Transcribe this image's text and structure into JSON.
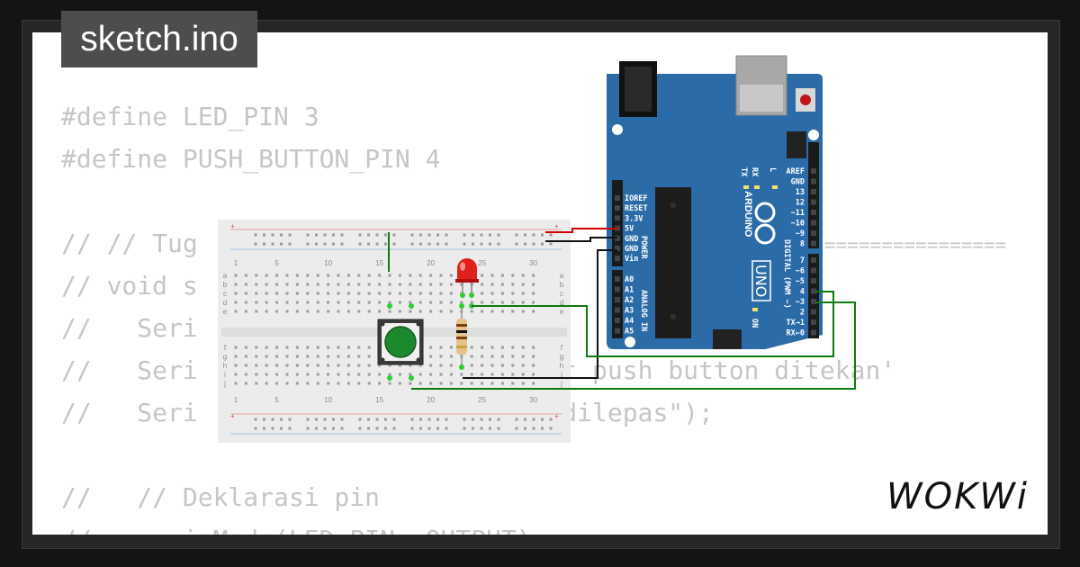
{
  "project": {
    "filename": "sketch.ino"
  },
  "code_lines": [
    "#define LED_PIN 3",
    "#define PUSH_BUTTON_PIN 4",
    "",
    "// // Tug",
    "// void s",
    "//   Seri",
    "//   Seri                   a saat push button ditekan'",
    "//   Seri                   saat dilepas\");",
    "",
    "//   // Deklarasi pin",
    "//     pinMode(LED_PIN, OUTPUT);"
  ],
  "code_divider": "================",
  "breadboard": {
    "column_numbers": [
      "1",
      "5",
      "10",
      "15",
      "20",
      "25",
      "30"
    ],
    "rows_top": [
      "a",
      "b",
      "c",
      "d",
      "e"
    ],
    "rows_bottom": [
      "f",
      "g",
      "h",
      "i",
      "j"
    ],
    "rail_plus": "+",
    "rail_minus": "-"
  },
  "arduino": {
    "brand": "ARDUINO",
    "model": "UNO",
    "power_header_title": "POWER",
    "power_pins": [
      "IOREF",
      "RESET",
      "3.3V",
      "5V",
      "GND",
      "GND",
      "Vin"
    ],
    "analog_header_title": "ANALOG IN",
    "analog_pins": [
      "A0",
      "A1",
      "A2",
      "A3",
      "A4",
      "A5"
    ],
    "digital_header_title": "DIGITAL (PWM ~)",
    "digital_pins_top": [
      "AREF",
      "GND",
      "13",
      "12",
      "~11",
      "~10",
      "~9",
      "8"
    ],
    "digital_pins_bottom": [
      "7",
      "~6",
      "~5",
      "4",
      "~3",
      "2",
      "TX→1",
      "RX←0"
    ],
    "leds": [
      "TX",
      "RX",
      "L"
    ],
    "on_label": "ON"
  },
  "colors": {
    "board_blue": "#2b6ca8",
    "wire_green": "#0f7a0f",
    "wire_red": "#d10000",
    "wire_black": "#111111",
    "button_green": "#1b8a2e",
    "led_red": "#e0201b"
  },
  "brand_logo": "WOKWi"
}
